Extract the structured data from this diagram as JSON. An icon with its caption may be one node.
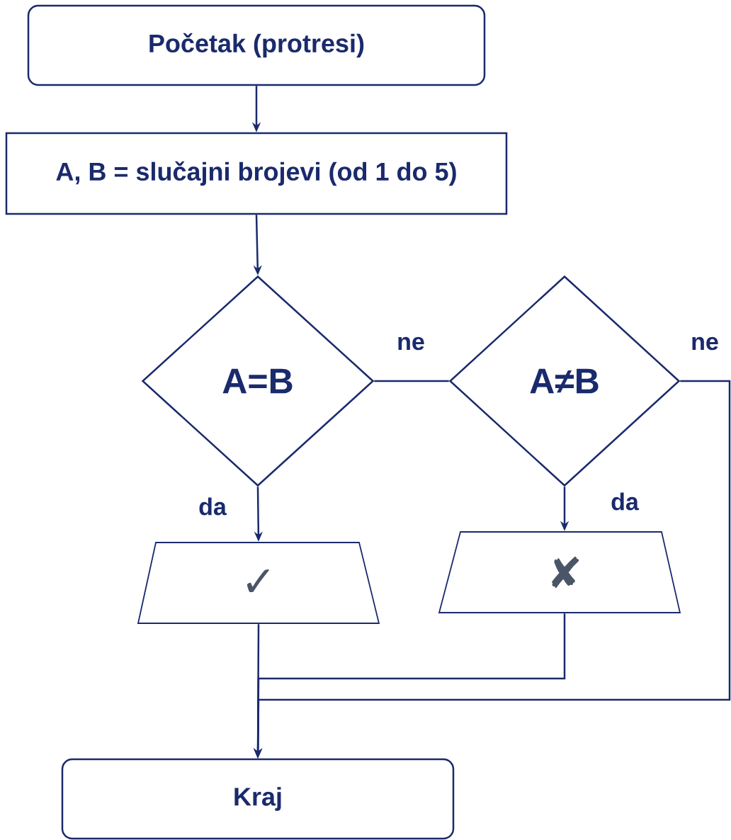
{
  "diagram": {
    "nodes": [
      {
        "text": [
          "Početak (protresi)"
        ]
      },
      {
        "text": [
          "A, B = slučajni brojevi (od 1 do 5)"
        ]
      },
      {
        "text": [
          "A=B"
        ]
      },
      {
        "text": [
          "A≠B"
        ]
      },
      {
        "text": [
          "✓"
        ]
      },
      {
        "text": [
          "✘"
        ]
      },
      {
        "text": [
          "Kraj"
        ]
      }
    ],
    "edges": [
      {
        "from": 0,
        "to": 1,
        "arrow": "to"
      },
      {
        "from": 1,
        "to": 2,
        "arrow": "to"
      },
      {
        "from": 2,
        "to": 3,
        "arrow": "none",
        "label": "ne"
      },
      {
        "from": 2,
        "to": 4,
        "arrow": "to",
        "label": "da"
      },
      {
        "from": 3,
        "to": 5,
        "arrow": "to",
        "label": "da"
      },
      {
        "from": 4,
        "to": 6,
        "arrow": "to"
      },
      {
        "from": 5,
        "to": 6,
        "arrow": "to"
      },
      {
        "from": 3,
        "to": 6,
        "arrow": "to",
        "label": "ne"
      }
    ]
  }
}
